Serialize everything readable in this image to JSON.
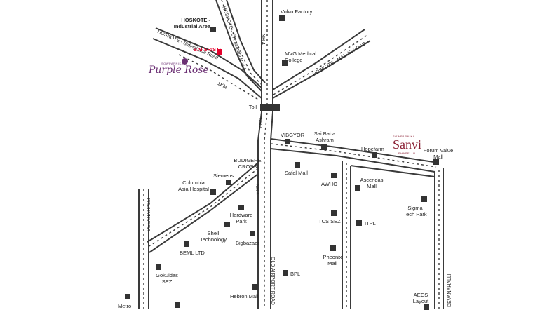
{
  "map": {
    "roads": {
      "hoskote_chimamangala": "HOSKOTE - Chintamani Road",
      "hoskote_sidlaghatta": "HOSKOTE - Sidlaghatta Road",
      "hoskote_malur": "HOSKOTE - MALUR ROAD",
      "nh4_north": "NH 4",
      "nh4_mid": "NH 4",
      "nh4_south": "NH 4",
      "old_airport": "OLD AIRPORT ROAD",
      "devanahalli": "DEVANAHALLI",
      "devanahalli_right": "DEVANAHALLI",
      "distance": "1KM"
    },
    "places": {
      "hoskote_industrial": "HOSKOTE -\nIndustrial Area",
      "sai_sristi": "SAI SRISTI",
      "volvo": "Volvo Factory",
      "mvg": "MVG Medical\nCollege",
      "toll": "Toll",
      "vibgyor": "VIBGYOR",
      "sai_baba": "Sai Baba\nAshram",
      "hopefarm": "Hopefarm",
      "forum": "Forum Value\nMall",
      "budigere": "BUDIGERE\nCROSS",
      "siemens": "Siemens",
      "columbia": "Columbia\nAsia Hospital",
      "safal": "Safal Mall",
      "awho": "AWHO",
      "ascendas": "Ascendas\nMall",
      "sigma": "Sigma\nTech Park",
      "hardware": "Hardware\nPark",
      "shell": "Shell\nTechnology",
      "bigbazaar": "Bigbazaar",
      "tcs": "TCS SEZ",
      "itpl": "ITPL",
      "beml": "BEML LTD",
      "pheonix": "Pheonix\nMall",
      "gokuldas": "Gokuldas\nSEZ",
      "bpl": "BPL",
      "hebron": "Hebron Mall",
      "aecs": "AECS\nLayout",
      "metro": "Metro"
    },
    "brands": {
      "purple_rose_small": "SOWPARNIKA",
      "purple_rose": "Purple Rose",
      "sanvi_small": "SOWPARNIKA",
      "sanvi": "Sanvi",
      "sanvi_phase": "PHASE - II"
    },
    "colors": {
      "road": "#3a3a3a",
      "marker": "#333333",
      "highlight": "#e4002b",
      "purple_rose": "#6b2f73",
      "sanvi": "#8a1f33"
    }
  }
}
